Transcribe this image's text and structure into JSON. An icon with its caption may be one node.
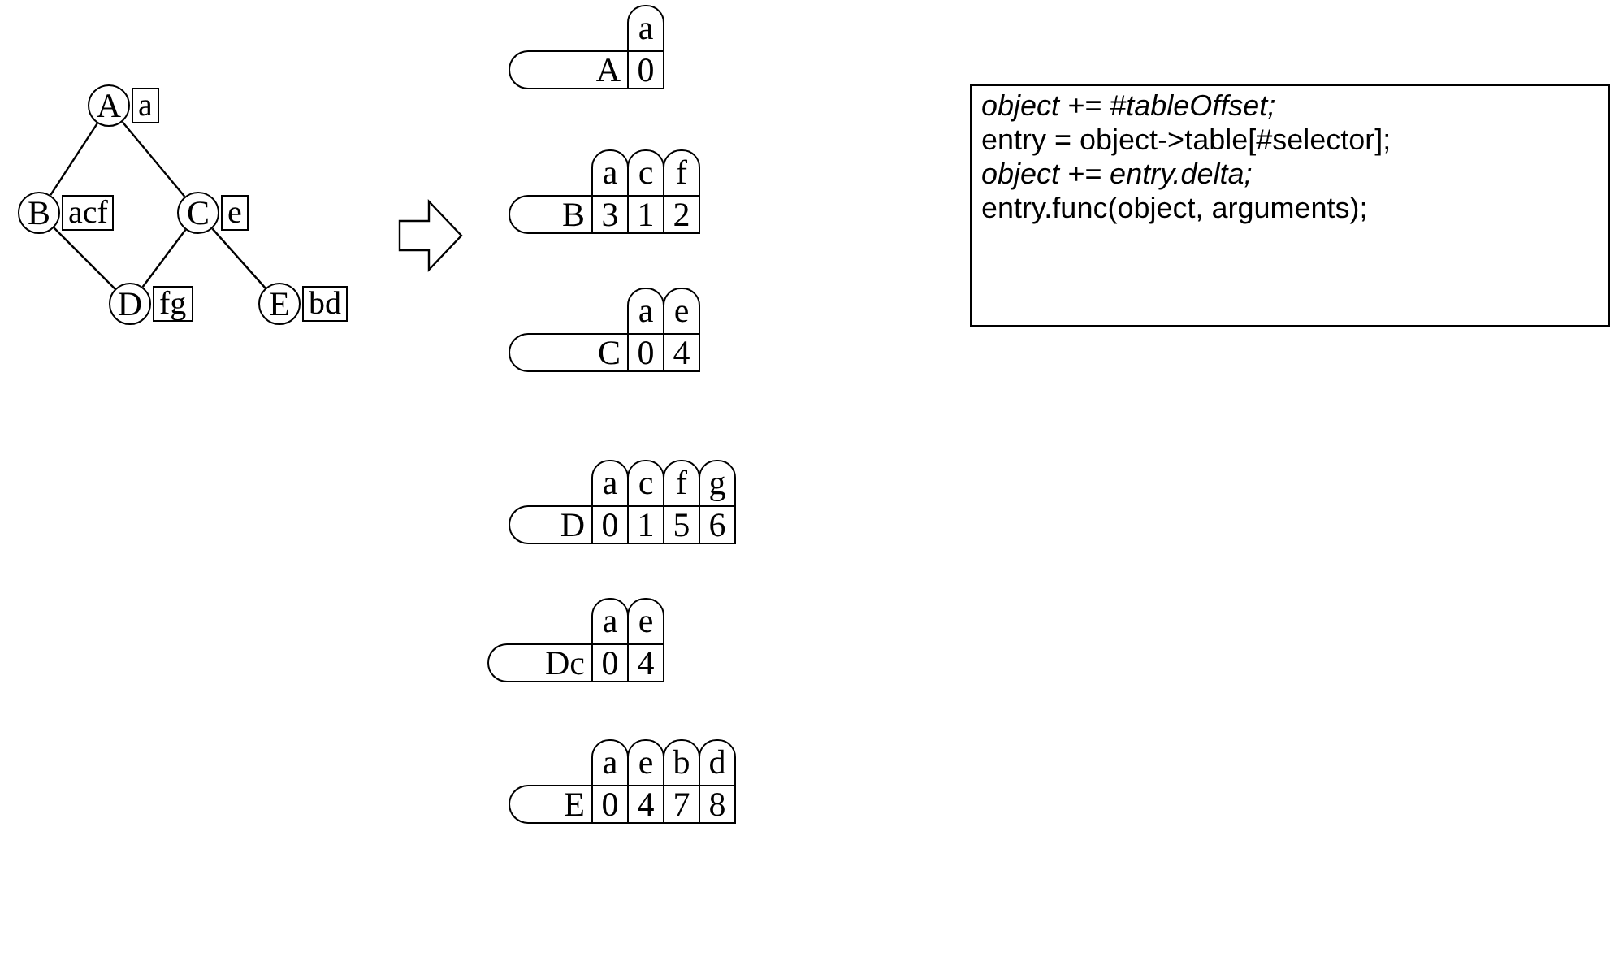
{
  "diagram": {
    "nodes": [
      {
        "text": [
          "A"
        ],
        "beside": [
          "a"
        ]
      },
      {
        "text": [
          "B"
        ],
        "beside": [
          "acf"
        ]
      },
      {
        "text": [
          "C"
        ],
        "beside": [
          "e"
        ]
      },
      {
        "text": [
          "D"
        ],
        "beside": [
          "fg"
        ]
      },
      {
        "text": [
          "E"
        ],
        "beside": [
          "bd"
        ]
      },
      {
        "text": [
          "A"
        ]
      },
      {
        "text": [
          "B"
        ]
      },
      {
        "text": [
          "C"
        ]
      },
      {
        "text": [
          "D"
        ]
      },
      {
        "text": [
          "Dc"
        ]
      },
      {
        "text": [
          "E"
        ]
      },
      {
        "text": [
          "*object += #tableOffset;*",
          "entry = object->table[#selector];",
          "*object += entry.delta;*",
          "entry.func(object, arguments);"
        ]
      }
    ],
    "edges": [
      {
        "from": 0,
        "to": 1,
        "arrow": "none"
      },
      {
        "from": 0,
        "to": 2,
        "arrow": "none"
      },
      {
        "from": 1,
        "to": 3,
        "arrow": "none"
      },
      {
        "from": 2,
        "to": 3,
        "arrow": "none"
      },
      {
        "from": 2,
        "to": 4,
        "arrow": "none"
      }
    ],
    "labels": [
      "a",
      "0",
      "a",
      "c",
      "f",
      "3",
      "1",
      "2",
      "a",
      "e",
      "0",
      "4",
      "a",
      "c",
      "f",
      "g",
      "0",
      "1",
      "5",
      "6",
      "a",
      "e",
      "0",
      "4",
      "a",
      "e",
      "b",
      "d",
      "0",
      "4",
      "7",
      "8"
    ]
  }
}
